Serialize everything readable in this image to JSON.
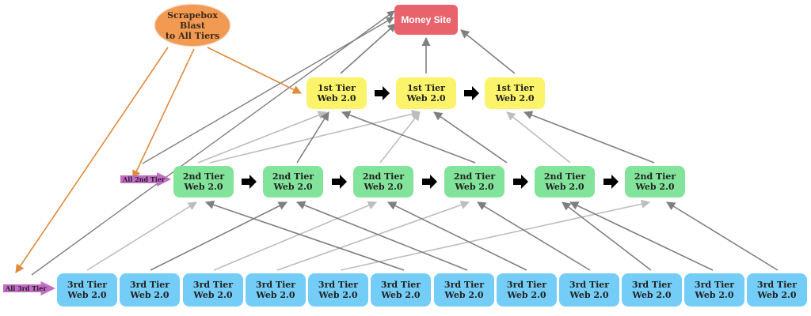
{
  "money_site": {
    "label": "Money Site"
  },
  "blast": {
    "label": "Scrapebox Blast\nto All Tiers"
  },
  "tier1": [
    "1st Tier\nWeb 2.0",
    "1st Tier\nWeb 2.0",
    "1st Tier\nWeb 2.0"
  ],
  "tier2": [
    "2nd Tier\nWeb 2.0",
    "2nd Tier\nWeb 2.0",
    "2nd Tier\nWeb 2.0",
    "2nd Tier\nWeb 2.0",
    "2nd Tier\nWeb 2.0",
    "2nd Tier\nWeb 2.0"
  ],
  "tier3": [
    "3rd Tier\nWeb 2.0",
    "3rd Tier\nWeb 2.0",
    "3rd Tier\nWeb 2.0",
    "3rd Tier\nWeb 2.0",
    "3rd Tier\nWeb 2.0",
    "3rd Tier\nWeb 2.0",
    "3rd Tier\nWeb 2.0",
    "3rd Tier\nWeb 2.0",
    "3rd Tier\nWeb 2.0",
    "3rd Tier\nWeb 2.0",
    "3rd Tier\nWeb 2.0",
    "3rd Tier\nWeb 2.0"
  ],
  "tags": {
    "all_2nd": "All 2nd Tier",
    "all_3rd": "All 3rd Tier"
  },
  "colors": {
    "money": "#e8636b",
    "blast": "#f39a52",
    "tier1": "#fbf46a",
    "tier2": "#82e49a",
    "tier3": "#74cdf7",
    "tag": "#c36cc6",
    "link_gray": "#7f7f7f",
    "link_light": "#bdbdbd",
    "link_orange": "#e08a3c"
  }
}
